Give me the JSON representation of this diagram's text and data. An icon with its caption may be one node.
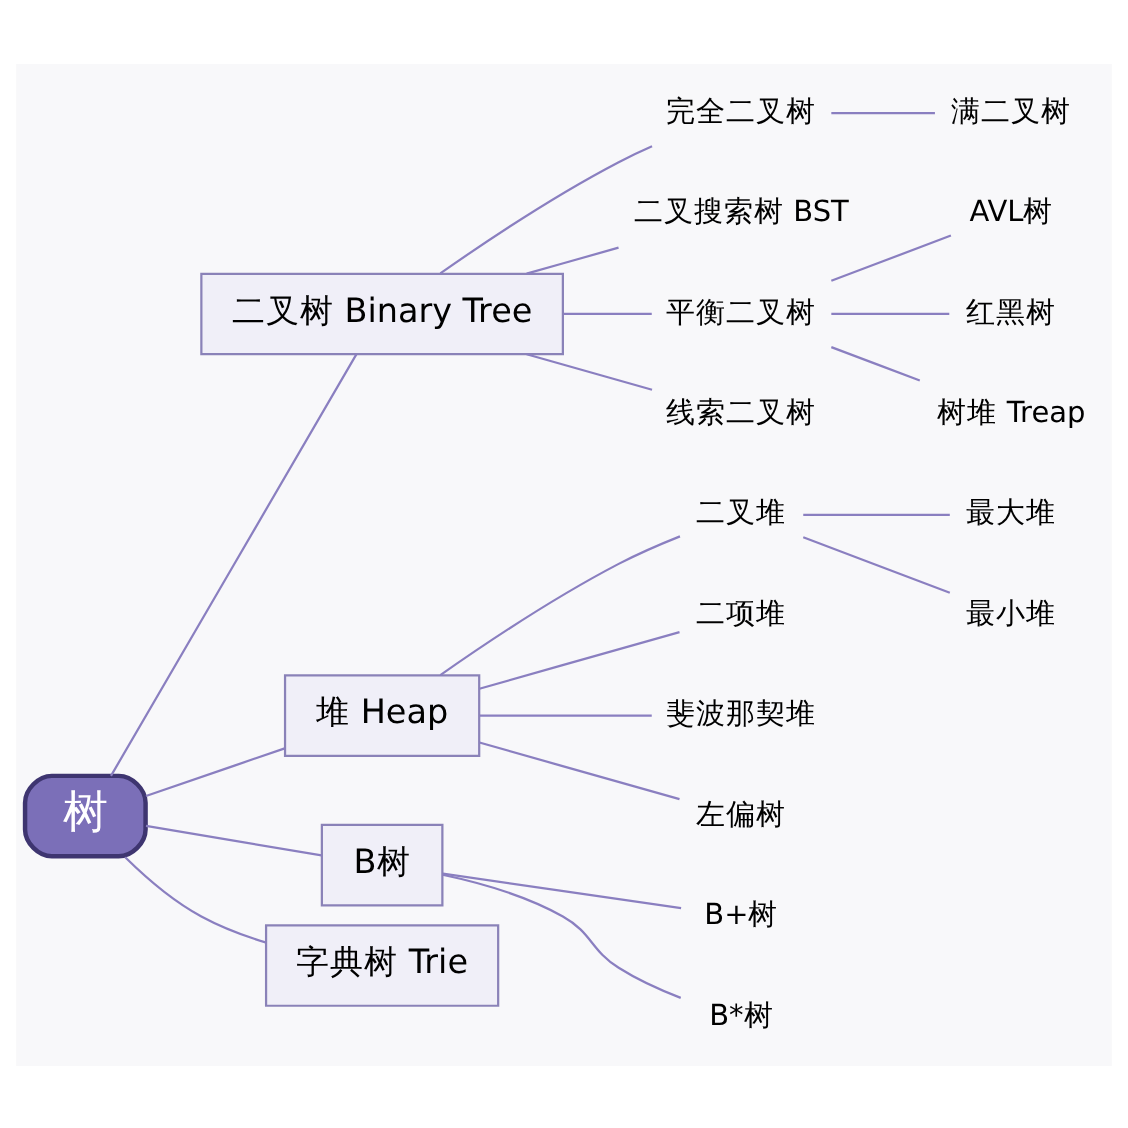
{
  "diagram": {
    "nodes": [
      {
        "text": [
          "树"
        ]
      },
      {
        "text": [
          "二叉树 Binary Tree"
        ]
      },
      {
        "text": [
          "完全二叉树"
        ]
      },
      {
        "text": [
          "满二叉树"
        ]
      },
      {
        "text": [
          "二叉搜索树 BST"
        ]
      },
      {
        "text": [
          "平衡二叉树"
        ]
      },
      {
        "text": [
          "AVL树"
        ]
      },
      {
        "text": [
          "红黑树"
        ]
      },
      {
        "text": [
          "树堆 Treap"
        ]
      },
      {
        "text": [
          "线索二叉树"
        ]
      },
      {
        "text": [
          "堆 Heap"
        ]
      },
      {
        "text": [
          "二叉堆"
        ]
      },
      {
        "text": [
          "最大堆"
        ]
      },
      {
        "text": [
          "最小堆"
        ]
      },
      {
        "text": [
          "二项堆"
        ]
      },
      {
        "text": [
          "斐波那契堆"
        ]
      },
      {
        "text": [
          "左偏树"
        ]
      },
      {
        "text": [
          "B树"
        ]
      },
      {
        "text": [
          "B+树"
        ]
      },
      {
        "text": [
          "B*树"
        ]
      },
      {
        "text": [
          "字典树 Trie"
        ]
      }
    ],
    "edges": [
      {
        "from": 0,
        "to": 1,
        "arrow": "none"
      },
      {
        "from": 1,
        "to": 2,
        "arrow": "none"
      },
      {
        "from": 2,
        "to": 3,
        "arrow": "none"
      },
      {
        "from": 1,
        "to": 4,
        "arrow": "none"
      },
      {
        "from": 1,
        "to": 5,
        "arrow": "none"
      },
      {
        "from": 5,
        "to": 6,
        "arrow": "none"
      },
      {
        "from": 5,
        "to": 7,
        "arrow": "none"
      },
      {
        "from": 5,
        "to": 8,
        "arrow": "none"
      },
      {
        "from": 1,
        "to": 9,
        "arrow": "none"
      },
      {
        "from": 0,
        "to": 10,
        "arrow": "none"
      },
      {
        "from": 10,
        "to": 11,
        "arrow": "none"
      },
      {
        "from": 11,
        "to": 12,
        "arrow": "none"
      },
      {
        "from": 11,
        "to": 13,
        "arrow": "none"
      },
      {
        "from": 10,
        "to": 14,
        "arrow": "none"
      },
      {
        "from": 10,
        "to": 15,
        "arrow": "none"
      },
      {
        "from": 10,
        "to": 16,
        "arrow": "none"
      },
      {
        "from": 0,
        "to": 17,
        "arrow": "none"
      },
      {
        "from": 17,
        "to": 18,
        "arrow": "none"
      },
      {
        "from": 17,
        "to": 19,
        "arrow": "none"
      },
      {
        "from": 0,
        "to": 20,
        "arrow": "none"
      }
    ]
  }
}
